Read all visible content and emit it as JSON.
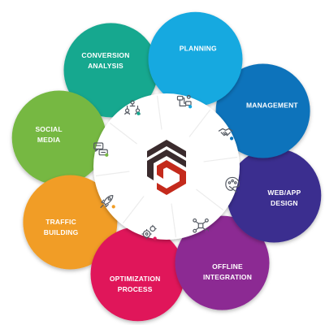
{
  "segments": [
    {
      "id": "planning",
      "lines": [
        "PLANNING"
      ],
      "color": "#19a9e0",
      "icon": "roadmap-icon"
    },
    {
      "id": "management",
      "lines": [
        "MANAGEMENT"
      ],
      "color": "#0a73bb",
      "icon": "handshake-icon"
    },
    {
      "id": "web-app-design",
      "lines": [
        "WEB/APP",
        "DESIGN"
      ],
      "color": "#3b2f8f",
      "icon": "palette-icon"
    },
    {
      "id": "offline-integration",
      "lines": [
        "OFFLINE",
        "INTEGRATION"
      ],
      "color": "#8c2a93",
      "icon": "network-icon"
    },
    {
      "id": "optimization-process",
      "lines": [
        "OPTIMIZATION",
        "PROCESS"
      ],
      "color": "#e0185a",
      "icon": "gears-icon"
    },
    {
      "id": "traffic-building",
      "lines": [
        "TRAFFIC",
        "BUILDING"
      ],
      "color": "#f19d25",
      "icon": "rocket-icon"
    },
    {
      "id": "social-media",
      "lines": [
        "SOCIAL",
        "MEDIA"
      ],
      "color": "#76b843",
      "icon": "chat-icon"
    },
    {
      "id": "conversion-analysis",
      "lines": [
        "CONVERSION",
        "ANALYSIS"
      ],
      "color": "#16a88f",
      "icon": "people-network-icon"
    }
  ],
  "center": {
    "icon": "company-logo-icon",
    "colors": [
      "#3a2b2d",
      "#c42a1c"
    ]
  }
}
